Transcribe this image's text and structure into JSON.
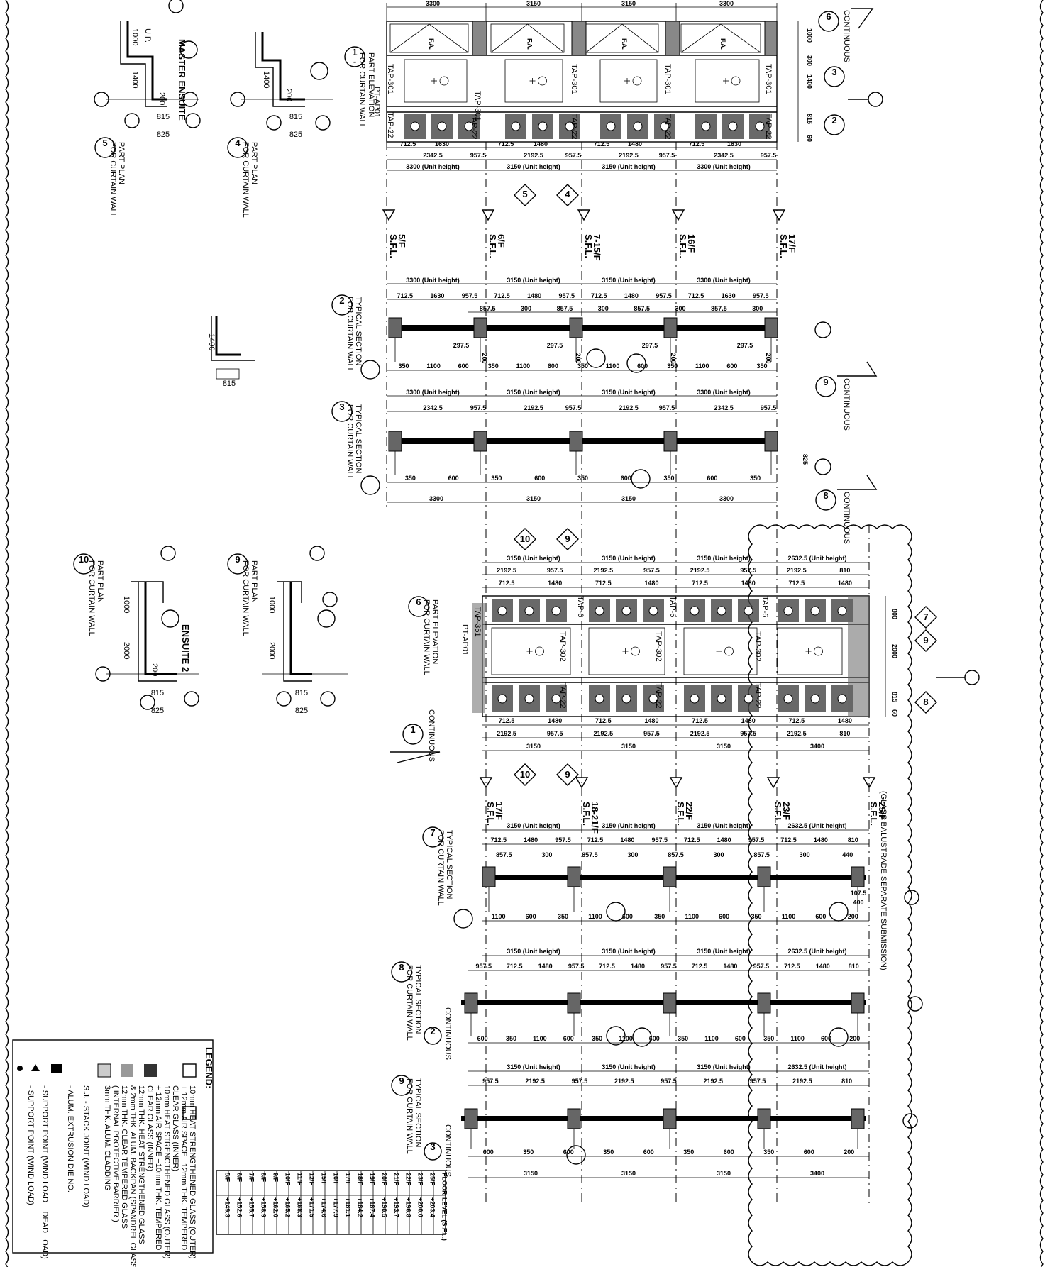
{
  "sheet": {
    "background": "#ffffff",
    "ink": "#000000"
  },
  "elev1": {
    "title_no": "1",
    "title_sub": "-",
    "title": "PART ELEVATION",
    "subtitle": "FOR CURTAIN WALL",
    "top_dims": [
      "3300",
      "3150",
      "3150",
      "3300"
    ],
    "sub_dims": [
      "712.5",
      "1630",
      "712.5",
      "1480",
      "712.5",
      "1480",
      "712.5",
      "1630"
    ],
    "mid_dims": [
      "2342.5",
      "957.5",
      "2192.5",
      "957.5",
      "2192.5",
      "957.5",
      "2342.5",
      "957.5"
    ],
    "unit_dims": [
      "3300 (Unit height)",
      "3150 (Unit height)",
      "3150 (Unit height)",
      "3300 (Unit height)"
    ],
    "fa": "F.A.",
    "tap_a": "TAP-301",
    "tap_b": "TAP-22",
    "pt": "PT-AP01",
    "v_dims": [
      "1000",
      "300",
      "1400",
      "815",
      "60"
    ],
    "continuous": "CONTINUOUS",
    "sec_nos": [
      "6",
      "3",
      "2"
    ]
  },
  "floors_top": [
    "5/F",
    "6/F",
    "7-15/F",
    "16/F",
    "17/F"
  ],
  "sfl": "S.F.L.",
  "plan5": {
    "no": "5",
    "title": "PART PLAN",
    "subtitle": "FOR CURTAIN WALL",
    "room": "MASTER ENSUITE",
    "dims": [
      "1000",
      "1400",
      "200",
      "815",
      "825"
    ],
    "ref": "U.P."
  },
  "plan4": {
    "no": "4",
    "title": "PART PLAN",
    "subtitle": "FOR CURTAIN WALL",
    "dims": [
      "1400",
      "200",
      "815",
      "825"
    ]
  },
  "sec2": {
    "no": "2",
    "title": "TYPICAL SECTION",
    "subtitle": "FOR CURTAIN WALL",
    "unit_dims": [
      "3300 (Unit height)",
      "3150 (Unit height)",
      "3150 (Unit height)",
      "3300 (Unit height)"
    ],
    "sub_dims": [
      "712.5",
      "1630",
      "957.5",
      "712.5",
      "1480",
      "957.5",
      "712.5",
      "1480",
      "957.5",
      "712.5",
      "1630",
      "957.5"
    ],
    "inner_dims": [
      "857.5",
      "300",
      "857.5",
      "300",
      "857.5",
      "300",
      "857.5",
      "300"
    ],
    "low_dims": [
      "350",
      "1100",
      "600",
      "350",
      "1100",
      "600",
      "350",
      "1100",
      "600",
      "350",
      "1100",
      "600",
      "350"
    ],
    "b297": "297.5",
    "b200": "200",
    "continuous": "CONTINUOUS",
    "sec_no": "9"
  },
  "sec3": {
    "no": "3",
    "title": "TYPICAL SECTION",
    "subtitle": "FOR CURTAIN WALL",
    "unit_dims": [
      "3300 (Unit height)",
      "3150 (Unit height)",
      "3150 (Unit height)",
      "3300 (Unit height)"
    ],
    "mid_dims": [
      "2342.5",
      "957.5",
      "2192.5",
      "957.5",
      "2192.5",
      "957.5",
      "2342.5",
      "957.5"
    ],
    "bottom_dims": [
      "3300",
      "3150",
      "3150",
      "3300"
    ],
    "low_dims": [
      "350",
      "600",
      "350",
      "600",
      "350",
      "600",
      "350",
      "600",
      "350"
    ],
    "side": "825",
    "continuous": "CONTINUOUS",
    "sec_no": "8"
  },
  "detail_small": {
    "dims": [
      "1400",
      "815"
    ]
  },
  "elev6": {
    "no": "6",
    "title": "PART ELEVATION",
    "subtitle": "FOR CURTAIN WALL",
    "unit_dims": [
      "3150 (Unit height)",
      "3150 (Unit height)",
      "3150 (Unit height)",
      "2632.5 (Unit height)"
    ],
    "mid_dims": [
      "2192.5",
      "957.5",
      "2192.5",
      "957.5",
      "2192.5",
      "957.5",
      "2192.5",
      "810"
    ],
    "sub_dims": [
      "712.5",
      "1480",
      "712.5",
      "1480",
      "712.5",
      "1480",
      "712.5",
      "1480"
    ],
    "bottom_dims": [
      "3150",
      "3150",
      "3150",
      "3400"
    ],
    "tap_top": "TAP-6",
    "tap_mid": "TAP-302",
    "tap_bot": "TAP-22",
    "tap_left": "TAP-351",
    "pt": "PT-AP01",
    "v_dims": [
      "800",
      "2000",
      "815",
      "60"
    ],
    "continuous": "CONTINUOUS",
    "sec_nos": [
      "7",
      "9",
      "8",
      "10",
      "1"
    ]
  },
  "floors_mid": [
    "17/F",
    "18-21/F",
    "22/F",
    "23/F",
    "25/F"
  ],
  "glass_note": "(GLASS BALUSTRADE SEPARATE SUBMISSION)",
  "plan10": {
    "no": "10",
    "title": "PART PLAN",
    "subtitle": "FOR CURTAIN WALL",
    "room": "ENSUITE 2",
    "dims": [
      "1000",
      "2000",
      "200",
      "815",
      "825"
    ]
  },
  "plan9": {
    "no": "9",
    "title": "PART PLAN",
    "subtitle": "FOR CURTAIN WALL",
    "dims": [
      "1000",
      "2000",
      "815",
      "825"
    ]
  },
  "sec7": {
    "no": "7",
    "title": "TYPICAL SECTION",
    "subtitle": "FOR CURTAIN WALL",
    "unit_dims": [
      "3150 (Unit height)",
      "3150 (Unit height)",
      "3150 (Unit height)",
      "2632.5 (Unit height)"
    ],
    "sub_dims": [
      "712.5",
      "1480",
      "957.5",
      "712.5",
      "1480",
      "957.5",
      "712.5",
      "1480",
      "957.5",
      "712.5",
      "1480",
      "810"
    ],
    "inner": [
      "857.5",
      "300",
      "857.5",
      "300",
      "857.5",
      "300",
      "857.5",
      "300",
      "440"
    ],
    "low_dims": [
      "1100",
      "600",
      "350",
      "1100",
      "600",
      "350",
      "1100",
      "600",
      "350",
      "1100",
      "600",
      "200"
    ],
    "b": "107.5",
    "b2": "400"
  },
  "sec8": {
    "no": "8",
    "title": "TYPICAL SECTION",
    "subtitle": "FOR CURTAIN WALL",
    "unit_dims": [
      "3150 (Unit height)",
      "3150 (Unit height)",
      "3150 (Unit height)",
      "2632.5 (Unit height)"
    ],
    "sub_dims": [
      "957.5",
      "712.5",
      "1480",
      "957.5",
      "712.5",
      "1480",
      "957.5",
      "712.5",
      "1480",
      "957.5",
      "712.5",
      "1480",
      "810"
    ],
    "low_dims": [
      "600",
      "350",
      "1100",
      "600",
      "350",
      "1100",
      "600",
      "350",
      "1100",
      "600",
      "350",
      "1100",
      "600",
      "200"
    ],
    "continuous": "CONTINUOUS",
    "circ": "2"
  },
  "sec9": {
    "no": "9",
    "title": "TYPICAL SECTION",
    "subtitle": "FOR CURTAIN WALL",
    "unit_dims": [
      "3150 (Unit height)",
      "3150 (Unit height)",
      "3150 (Unit height)",
      "2632.5 (Unit height)"
    ],
    "mid_dims": [
      "957.5",
      "2192.5",
      "957.5",
      "2192.5",
      "957.5",
      "2192.5",
      "957.5",
      "2192.5",
      "810"
    ],
    "bottom_dims": [
      "3150",
      "3150",
      "3150",
      "3400"
    ],
    "low_dims": [
      "600",
      "350",
      "600",
      "350",
      "600",
      "350",
      "600",
      "350",
      "600",
      "200"
    ],
    "continuous": "CONTINUOUS",
    "circ": "3"
  },
  "legend": {
    "title": "LEGEND:",
    "items": [
      "10mm HEAT STRENGTHENED GLASS (OUTER)",
      "+ 12mm AIR SPACE +12mm THK. TEMPERED",
      "CLEAR GLASS (INNER)",
      "10mm HEAT STRENGTHENED GLASS (OUTER)",
      "+ 12mm AIR SPACE +10mm THK. TEMPERED",
      "CLEAR GLASS (INNER)",
      "12mm THK. HEAT STRENGTHENED GLASS",
      "& 2mm THK. ALUM. BACKPAN (SPANDREL GLASS)",
      "12mm THK. CLEAR TEMPERED GLASS",
      "( INTERNAL PROTECTIVE BARRIER )",
      "3mm THK. ALUM. CLADDING",
      "S.J.  - STACK JOINT (WIND LOAD)",
      "- ALUM. EXTRUSION DIE NO.",
      "- SUPPORT POINT (WIND LOAD + DEAD LOAD)",
      "- SUPPORT POINT (WIND LOAD)"
    ]
  },
  "level_table": {
    "header_floor": "FLOOR",
    "header_level": "LEVEL (S.F.L.)",
    "rows": [
      [
        "25/F",
        "+203.4"
      ],
      [
        "23/F",
        "+200.0"
      ],
      [
        "22/F",
        "+196.8"
      ],
      [
        "21/F",
        "+193.7"
      ],
      [
        "20/F",
        "+190.5"
      ],
      [
        "19/F",
        "+187.4"
      ],
      [
        "18/F",
        "+184.2"
      ],
      [
        "17/F",
        "+181.1"
      ],
      [
        "16/F",
        "+177.9"
      ],
      [
        "15/F",
        "+174.6"
      ],
      [
        "12/F",
        "+171.5"
      ],
      [
        "11/F",
        "+168.3"
      ],
      [
        "10/F",
        "+165.2"
      ],
      [
        "9/F",
        "+162.0"
      ],
      [
        "8/F",
        "+158.9"
      ],
      [
        "7/F",
        "+155.7"
      ],
      [
        "6/F",
        "+152.6"
      ],
      [
        "5/F",
        "+149.3"
      ]
    ]
  }
}
